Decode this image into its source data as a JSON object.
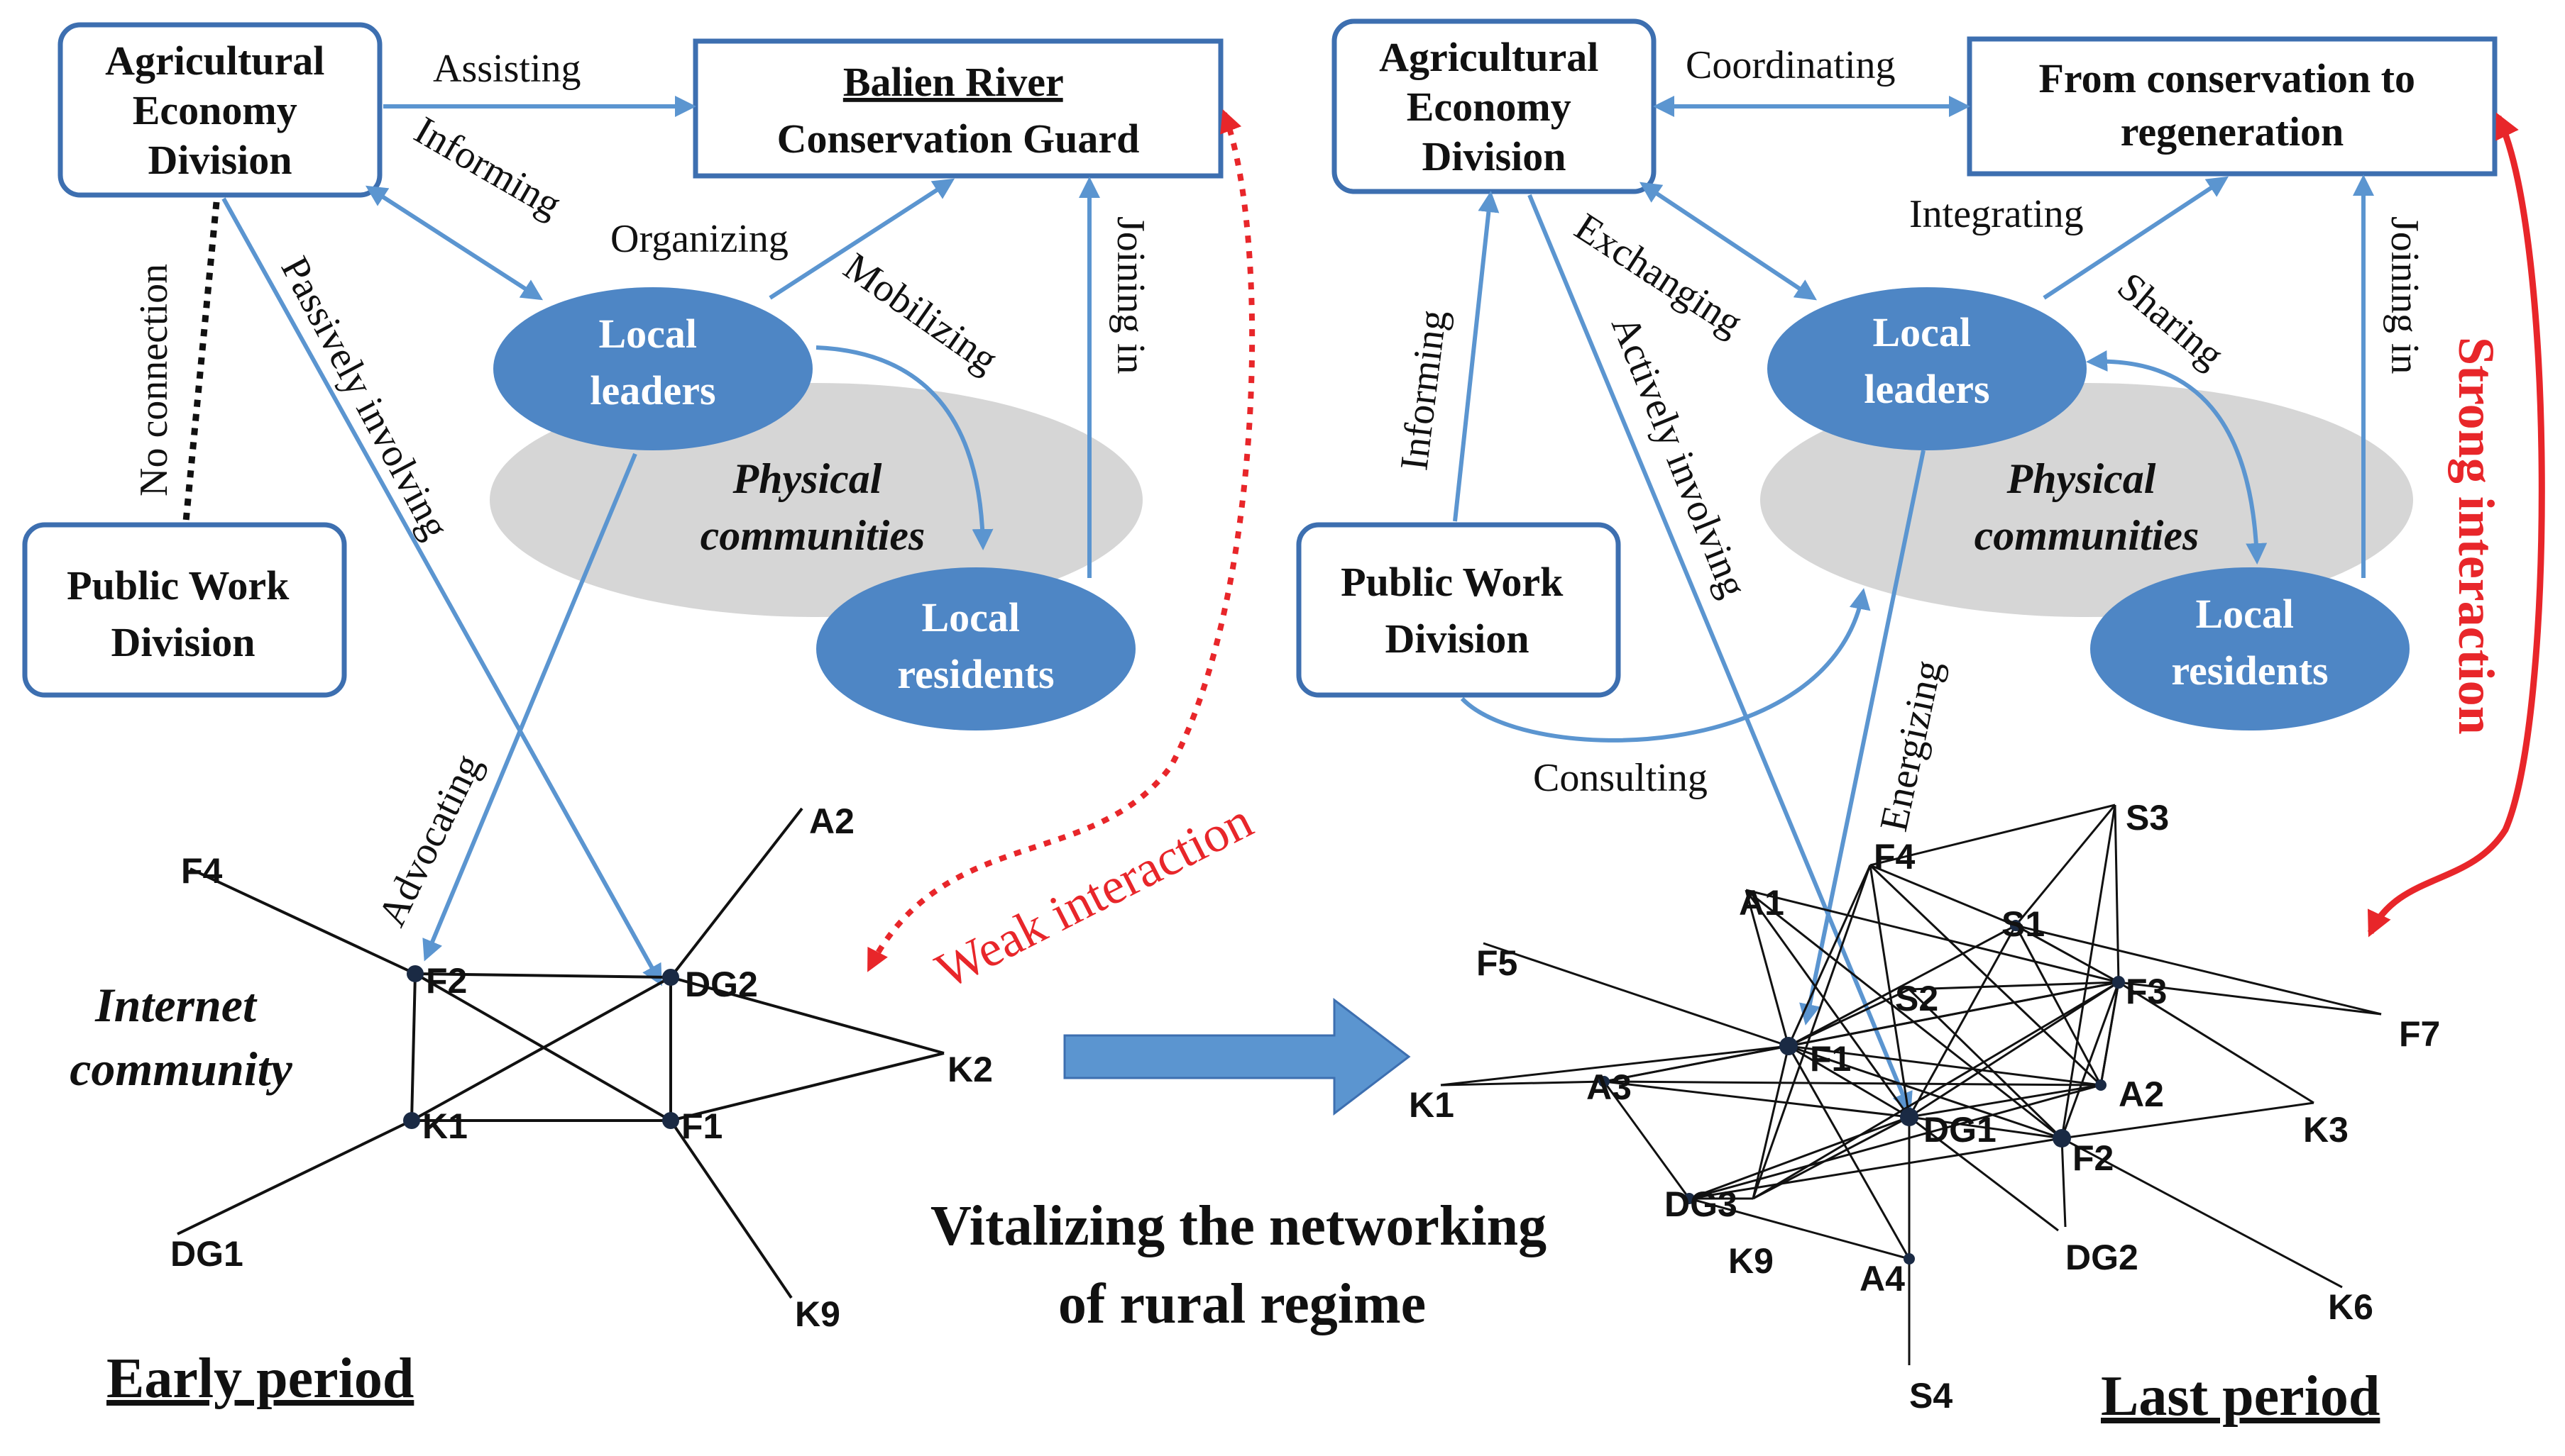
{
  "colors": {
    "box_border": "#3d6fb0",
    "ellipse_fill": "#4e86c5",
    "arrow_blue": "#5b95d0",
    "community_gray": "#d6d6d6",
    "weak_red": "#e8262a",
    "network_line": "#111111"
  },
  "left": {
    "agri_box": [
      "Agricultural",
      "Economy",
      "Division"
    ],
    "balien_box": [
      "Balien River",
      "Conservation Guard"
    ],
    "public_box": [
      "Public Work",
      "Division"
    ],
    "local_leaders": [
      "Local",
      "leaders"
    ],
    "local_residents": [
      "Local",
      "residents"
    ],
    "physical_communities": [
      "Physical",
      "communities"
    ],
    "internet_community": [
      "Internet",
      "community"
    ],
    "labels": {
      "assisting": "Assisting",
      "informing": "Informing",
      "organizing": "Organizing",
      "mobilizing": "Mobilizing",
      "joining_in": "Joining in",
      "no_connection": "No connection",
      "passively_involving": "Passively involving",
      "advocating": "Advocating",
      "weak_interaction": "Weak interaction"
    },
    "network_nodes": [
      "F4",
      "A2",
      "F2",
      "DG2",
      "K2",
      "K1",
      "F1",
      "DG1",
      "K9"
    ],
    "period": "Early period"
  },
  "right": {
    "agri_box": [
      "Agricultural",
      "Economy",
      "Division"
    ],
    "goal_box": [
      "From conservation to",
      "regeneration"
    ],
    "public_box": [
      "Public Work",
      "Division"
    ],
    "local_leaders": [
      "Local",
      "leaders"
    ],
    "local_residents": [
      "Local",
      "residents"
    ],
    "physical_communities": [
      "Physical",
      "communities"
    ],
    "labels": {
      "coordinating": "Coordinating",
      "integrating": "Integrating",
      "exchanging": "Exchanging",
      "sharing": "Sharing",
      "joining_in": "Joining in",
      "informing": "Informing",
      "actively_involving": "Actively involving",
      "consulting": "Consulting",
      "energizing": "Energizing",
      "strong_interaction": "Strong interaction"
    },
    "network_nodes": [
      "S3",
      "F4",
      "A1",
      "S1",
      "F5",
      "S2",
      "F3",
      "F7",
      "F1",
      "K1",
      "A3",
      "A2",
      "DG1",
      "K3",
      "F2",
      "DG3",
      "K9",
      "A4",
      "DG2",
      "K6",
      "S4"
    ],
    "period": "Last period"
  },
  "center_title": [
    "Vitalizing the networking",
    "of rural regime"
  ]
}
